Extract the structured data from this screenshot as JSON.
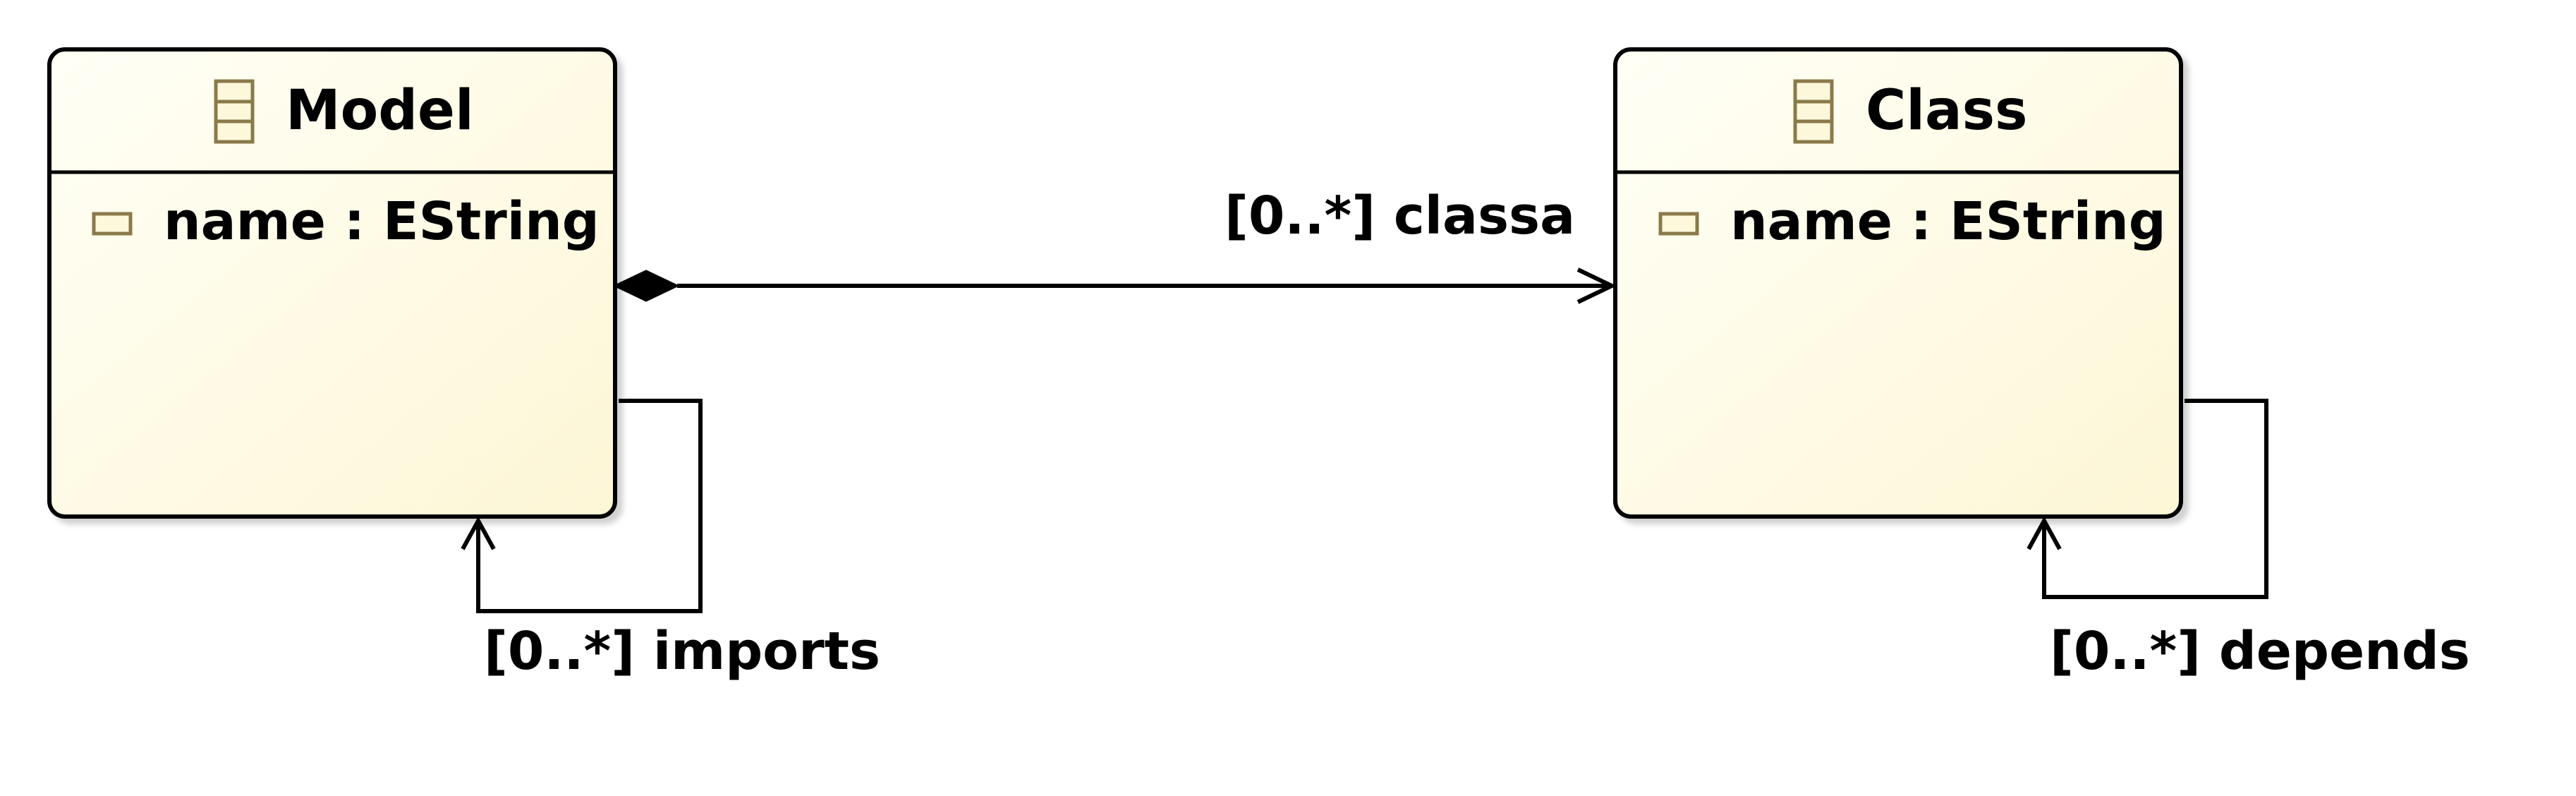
{
  "classes": [
    {
      "name": "Model",
      "attributes": [
        "name : EString"
      ]
    },
    {
      "name": "Class",
      "attributes": [
        "name : EString"
      ]
    }
  ],
  "associations": [
    {
      "label": "[0..*] classa",
      "kind": "containment",
      "from": "Model",
      "to": "Class"
    },
    {
      "label": "[0..*] imports",
      "kind": "reference",
      "from": "Model",
      "to": "Model"
    },
    {
      "label": "[0..*] depends",
      "kind": "reference",
      "from": "Class",
      "to": "Class"
    }
  ],
  "colors": {
    "box_fill_top": "#fffff4",
    "box_fill_bottom": "#fdf7d8",
    "icon": "#8a7a4a",
    "line": "#000000"
  }
}
